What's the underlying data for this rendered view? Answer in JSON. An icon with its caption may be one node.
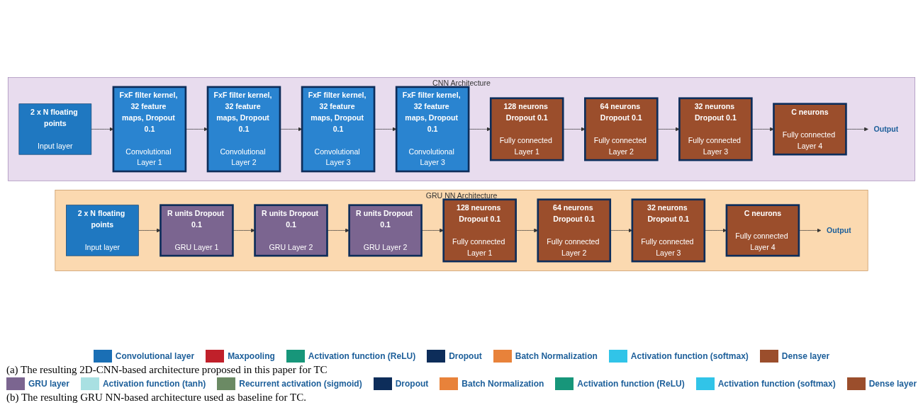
{
  "diagram": {
    "nodes": [
      {
        "text": [
          "CNN Architecture"
        ]
      },
      {
        "text": [
          "2 x N floating points",
          "Input layer"
        ],
        "in": 0
      },
      {
        "text": [
          "FxF filter kernel, 32 feature maps, Dropout 0.1",
          "Convolutional Layer 1"
        ],
        "in": 0
      },
      {
        "text": [
          "FxF filter kernel, 32 feature maps, Dropout 0.1",
          "Convolutional Layer 2"
        ],
        "in": 0
      },
      {
        "text": [
          "FxF filter kernel, 32 feature maps, Dropout 0.1",
          "Convolutional Layer 3"
        ],
        "in": 0
      },
      {
        "text": [
          "FxF filter kernel, 32 feature maps, Dropout 0.1",
          "Convolutional Layer 3"
        ],
        "in": 0
      },
      {
        "text": [
          "128 neurons Dropout 0.1",
          "Fully connected Layer 1"
        ],
        "in": 0
      },
      {
        "text": [
          "64 neurons Dropout 0.1",
          "Fully connected Layer 2"
        ],
        "in": 0
      },
      {
        "text": [
          "32 neurons Dropout 0.1",
          "Fully connected Layer 3"
        ],
        "in": 0
      },
      {
        "text": [
          "C neurons",
          "Fully connected Layer 4"
        ],
        "in": 0
      },
      {
        "text": [
          "Output"
        ],
        "in": 0
      },
      {
        "text": [
          "GRU NN Architecture"
        ]
      },
      {
        "text": [
          "2 x N floating points",
          "Input layer"
        ],
        "in": 11
      },
      {
        "text": [
          "R units Dropout 0.1",
          "GRU Layer 1"
        ],
        "in": 11
      },
      {
        "text": [
          "R units Dropout 0.1",
          "GRU Layer 2"
        ],
        "in": 11
      },
      {
        "text": [
          "R units Dropout 0.1",
          "GRU Layer 2"
        ],
        "in": 11
      },
      {
        "text": [
          "128 neurons Dropout 0.1",
          "Fully connected Layer 1"
        ],
        "in": 11
      },
      {
        "text": [
          "64 neurons Dropout 0.1",
          "Fully connected Layer 2"
        ],
        "in": 11
      },
      {
        "text": [
          "32 neurons Dropout 0.1",
          "Fully connected Layer 3"
        ],
        "in": 11
      },
      {
        "text": [
          "C neurons",
          "Fully connected Layer 4"
        ],
        "in": 11
      },
      {
        "text": [
          "Output"
        ],
        "in": 11
      }
    ],
    "edges": [
      {
        "from": 1,
        "to": 2,
        "arrow": "to"
      },
      {
        "from": 2,
        "to": 3,
        "arrow": "to"
      },
      {
        "from": 3,
        "to": 4,
        "arrow": "to"
      },
      {
        "from": 4,
        "to": 5,
        "arrow": "to"
      },
      {
        "from": 5,
        "to": 6,
        "arrow": "to"
      },
      {
        "from": 6,
        "to": 7,
        "arrow": "to"
      },
      {
        "from": 7,
        "to": 8,
        "arrow": "to"
      },
      {
        "from": 8,
        "to": 9,
        "arrow": "to"
      },
      {
        "from": 9,
        "to": 10,
        "arrow": "to"
      },
      {
        "from": 12,
        "to": 13,
        "arrow": "to"
      },
      {
        "from": 13,
        "to": 14,
        "arrow": "to"
      },
      {
        "from": 14,
        "to": 15,
        "arrow": "to"
      },
      {
        "from": 15,
        "to": 16,
        "arrow": "to"
      },
      {
        "from": 16,
        "to": 17,
        "arrow": "to"
      },
      {
        "from": 17,
        "to": 18,
        "arrow": "to"
      },
      {
        "from": 18,
        "to": 19,
        "arrow": "to"
      },
      {
        "from": 19,
        "to": 20,
        "arrow": "to"
      }
    ],
    "labels": [
      "(a) The resulting 2D-CNN-based architecture proposed in this paper for TC",
      "(b) The resulting GRU NN-based architecture used as baseline for TC."
    ],
    "legend": [
      {
        "text": "Convolutional layer",
        "color": "#1a6fb5"
      },
      {
        "text": "Maxpooling",
        "color": "#c0202a"
      },
      {
        "text": "Activation function (ReLU)",
        "color": "#17967a"
      },
      {
        "text": "Dropout",
        "color": "#0d2d5a"
      },
      {
        "text": "Batch Normalization",
        "color": "#e8823a"
      },
      {
        "text": "Activation function (softmax)",
        "color": "#31c4e8"
      },
      {
        "text": "Dense layer",
        "color": "#9b4e2c"
      },
      {
        "text": "GRU layer",
        "color": "#7b6590"
      },
      {
        "text": "Activation function (tanh)",
        "color": "#a9e0e2"
      },
      {
        "text": "Recurrent activation (sigmoid)",
        "color": "#6b8a64"
      },
      {
        "text": "Dropout",
        "color": "#0d2d5a"
      },
      {
        "text": "Batch Normalization",
        "color": "#e8823a"
      },
      {
        "text": "Activation function (ReLU)",
        "color": "#17967a"
      },
      {
        "text": "Activation function (softmax)",
        "color": "#31c4e8"
      },
      {
        "text": "Dense layer",
        "color": "#9b4e2c"
      }
    ]
  }
}
